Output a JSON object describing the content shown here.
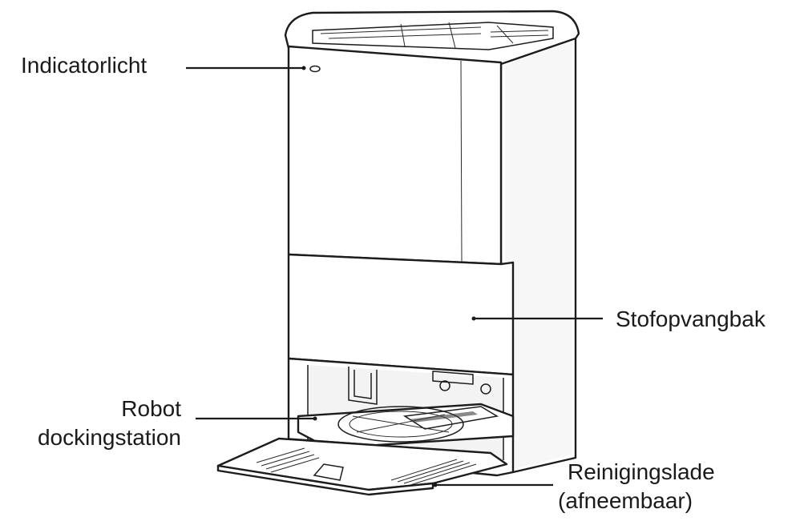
{
  "labels": {
    "indicator_light": "Indicatorlicht",
    "dust_bin": "Stofopvangbak",
    "robot_dock_line1": "Robot",
    "robot_dock_line2": "dockingstation",
    "cleaning_tray_line1": "Reinigingslade",
    "cleaning_tray_line2": "(afneembaar)"
  }
}
